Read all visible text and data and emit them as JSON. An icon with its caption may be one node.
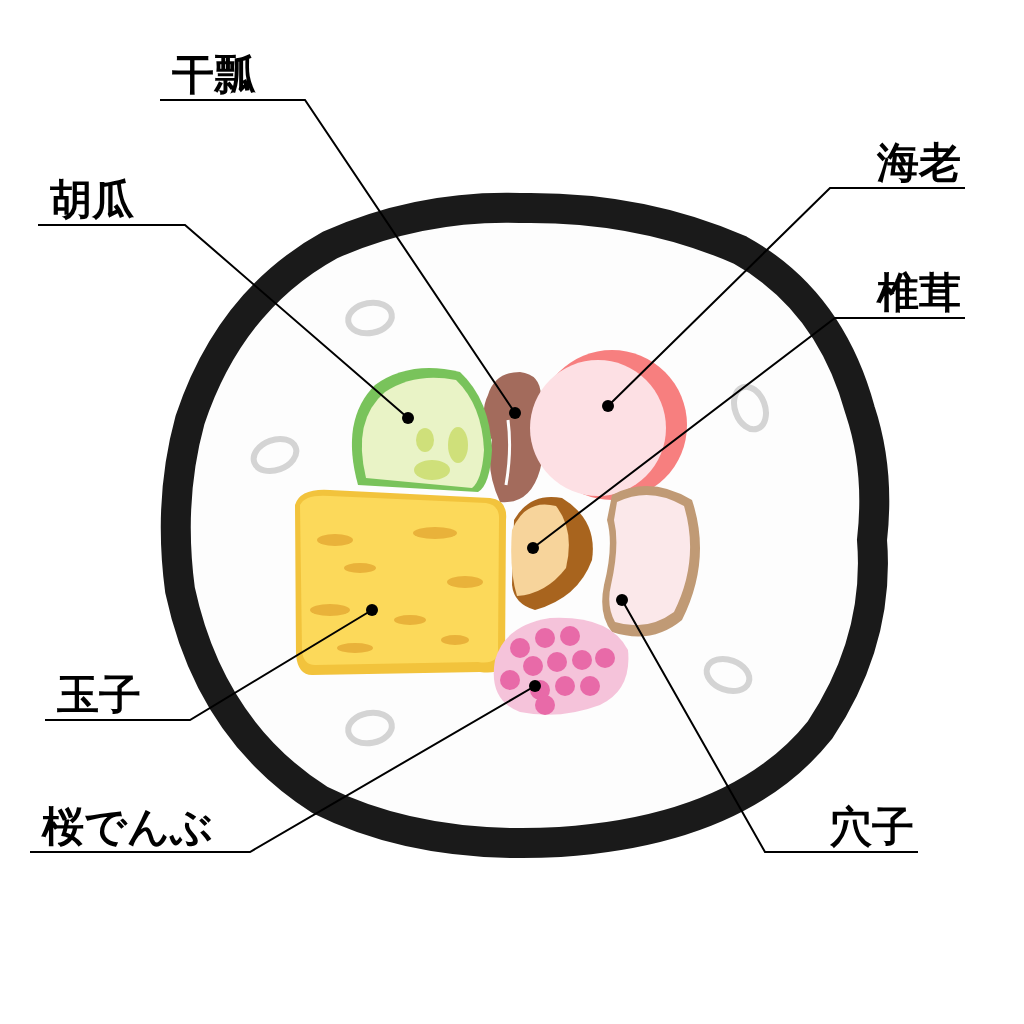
{
  "diagram": {
    "nodes": [
      {
        "text": [
          "干瓢"
        ]
      },
      {
        "text": [
          "海老"
        ]
      },
      {
        "text": [
          "胡瓜"
        ]
      },
      {
        "text": [
          "椎茸"
        ]
      },
      {
        "text": [
          "玉子"
        ]
      },
      {
        "text": [
          "穴子"
        ]
      },
      {
        "text": [
          "桜でんぶ"
        ]
      },
      {
        "text": [],
        "shape": "picture"
      },
      {
        "text": [],
        "shape": "picture"
      },
      {
        "text": [],
        "shape": "picture"
      },
      {
        "text": [],
        "shape": "picture"
      },
      {
        "text": [],
        "shape": "picture"
      },
      {
        "text": [],
        "shape": "picture"
      },
      {
        "text": [],
        "shape": "picture"
      }
    ],
    "edges": [
      {
        "from": 0,
        "to": 7,
        "arrow": "other"
      },
      {
        "from": 1,
        "to": 8,
        "arrow": "other"
      },
      {
        "from": 2,
        "to": 9,
        "arrow": "other"
      },
      {
        "from": 3,
        "to": 10,
        "arrow": "other"
      },
      {
        "from": 4,
        "to": 11,
        "arrow": "other"
      },
      {
        "from": 5,
        "to": 12,
        "arrow": "other"
      },
      {
        "from": 6,
        "to": 13,
        "arrow": "other"
      }
    ]
  }
}
